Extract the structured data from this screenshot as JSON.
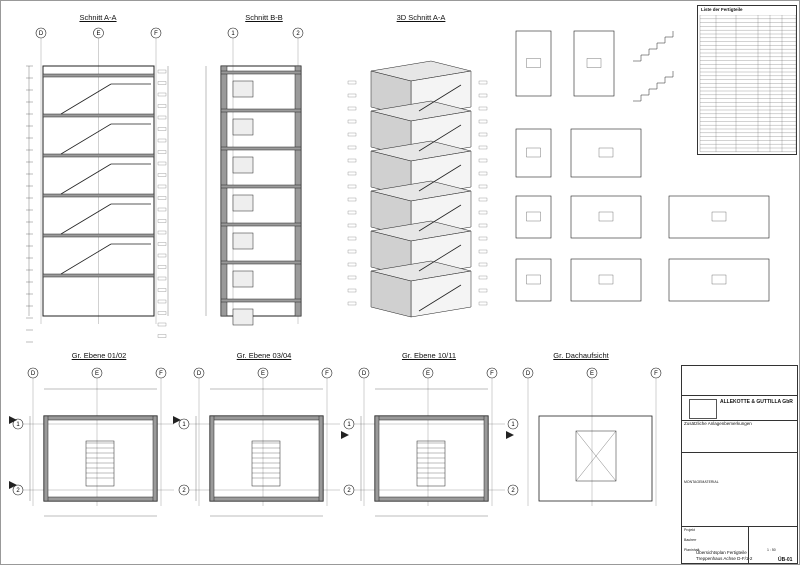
{
  "views": {
    "section_aa": "Schnitt A-A",
    "section_bb": "Schnitt B-B",
    "section_3d": "3D Schnitt A-A",
    "plan_01_02": "Gr. Ebene 01/02",
    "plan_03_04": "Gr. Ebene 03/04",
    "plan_10_11": "Gr. Ebene 10/11",
    "plan_roof": "Gr. Dachaufsicht"
  },
  "axes": {
    "letters": [
      "D",
      "E",
      "F"
    ],
    "numbers": [
      "1",
      "2"
    ]
  },
  "parts_list": {
    "title": "Liste der Fertigteile"
  },
  "title_block": {
    "company": "ALLEKOTTE & GUTTILLA GbR",
    "remarks_heading": "Zusätzliche Anlagenbemerkungen",
    "assembly_heading": "MONTAGEMATERIAL",
    "project_label": "Projekt",
    "builder_label": "Bauherr",
    "plan_content_label": "Planinhalt",
    "plan_title_line1": "Übersichtsplan Fertigteile",
    "plan_title_line2": "Treppenhaus Achse D-F/1-2",
    "scale": "1 : 50",
    "plan_number": "ÜB-01"
  },
  "colors": {
    "line": "#222222",
    "hatch": "#9a9a9a",
    "fill3d": "#d0d0d0"
  }
}
